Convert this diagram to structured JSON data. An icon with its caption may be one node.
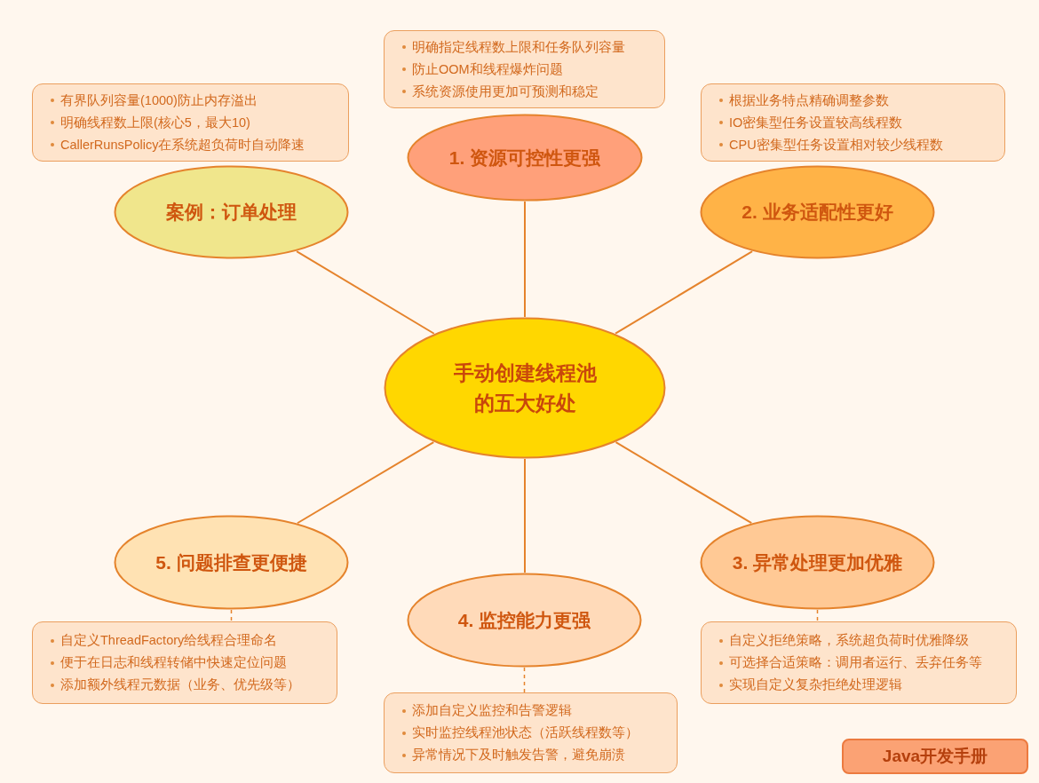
{
  "diagram": {
    "nodes": [
      {
        "text": [
          "手动创建线程池的五大好处"
        ]
      },
      {
        "text": [
          "1. 资源可控性更强"
        ]
      },
      {
        "text": [
          "明确指定线程数上限和任务队列容量",
          "防止OOM和线程爆炸问题",
          "系统资源使用更加可预测和稳定"
        ]
      },
      {
        "text": [
          "2. 业务适配性更好"
        ]
      },
      {
        "text": [
          "根据业务特点精确调整参数",
          "IO密集型任务设置较高线程数",
          "CPU密集型任务设置相对较少线程数"
        ]
      },
      {
        "text": [
          "3. 异常处理更加优雅"
        ]
      },
      {
        "text": [
          "自定义拒绝策略，系统超负荷时优雅降级",
          "可选择合适策略：调用者运行、丢弃任务等",
          "实现自定义复杂拒绝处理逻辑"
        ]
      },
      {
        "text": [
          "4. 监控能力更强"
        ]
      },
      {
        "text": [
          "添加自定义监控和告警逻辑",
          "实时监控线程池状态（活跃线程数等）",
          "异常情况下及时触发告警，避免崩溃"
        ]
      },
      {
        "text": [
          "5. 问题排查更便捷"
        ]
      },
      {
        "text": [
          "自定义ThreadFactory给线程合理命名",
          "便于在日志和线程转储中快速定位问题",
          "添加额外线程元数据（业务、优先级等）"
        ]
      },
      {
        "text": [
          "案例：订单处理"
        ]
      },
      {
        "text": [
          "有界队列容量(1000)防止内存溢出",
          "明确线程数上限(核心5，最大10)",
          "CallerRunsPolicy在系统超负荷时自动降速"
        ]
      },
      {
        "text": [
          "Java开发手册"
        ]
      }
    ],
    "edges": [
      {
        "from": 0,
        "to": 1,
        "arrow": "none"
      },
      {
        "from": 0,
        "to": 3,
        "arrow": "none"
      },
      {
        "from": 0,
        "to": 5,
        "arrow": "none"
      },
      {
        "from": 0,
        "to": 7,
        "arrow": "none"
      },
      {
        "from": 0,
        "to": 9,
        "arrow": "none"
      },
      {
        "from": 0,
        "to": 11,
        "arrow": "none"
      },
      {
        "from": 5,
        "to": 6,
        "arrow": "none",
        "style": "dashed"
      },
      {
        "from": 7,
        "to": 8,
        "arrow": "none",
        "style": "dashed"
      },
      {
        "from": 9,
        "to": 10,
        "arrow": "none",
        "style": "dashed"
      }
    ]
  }
}
